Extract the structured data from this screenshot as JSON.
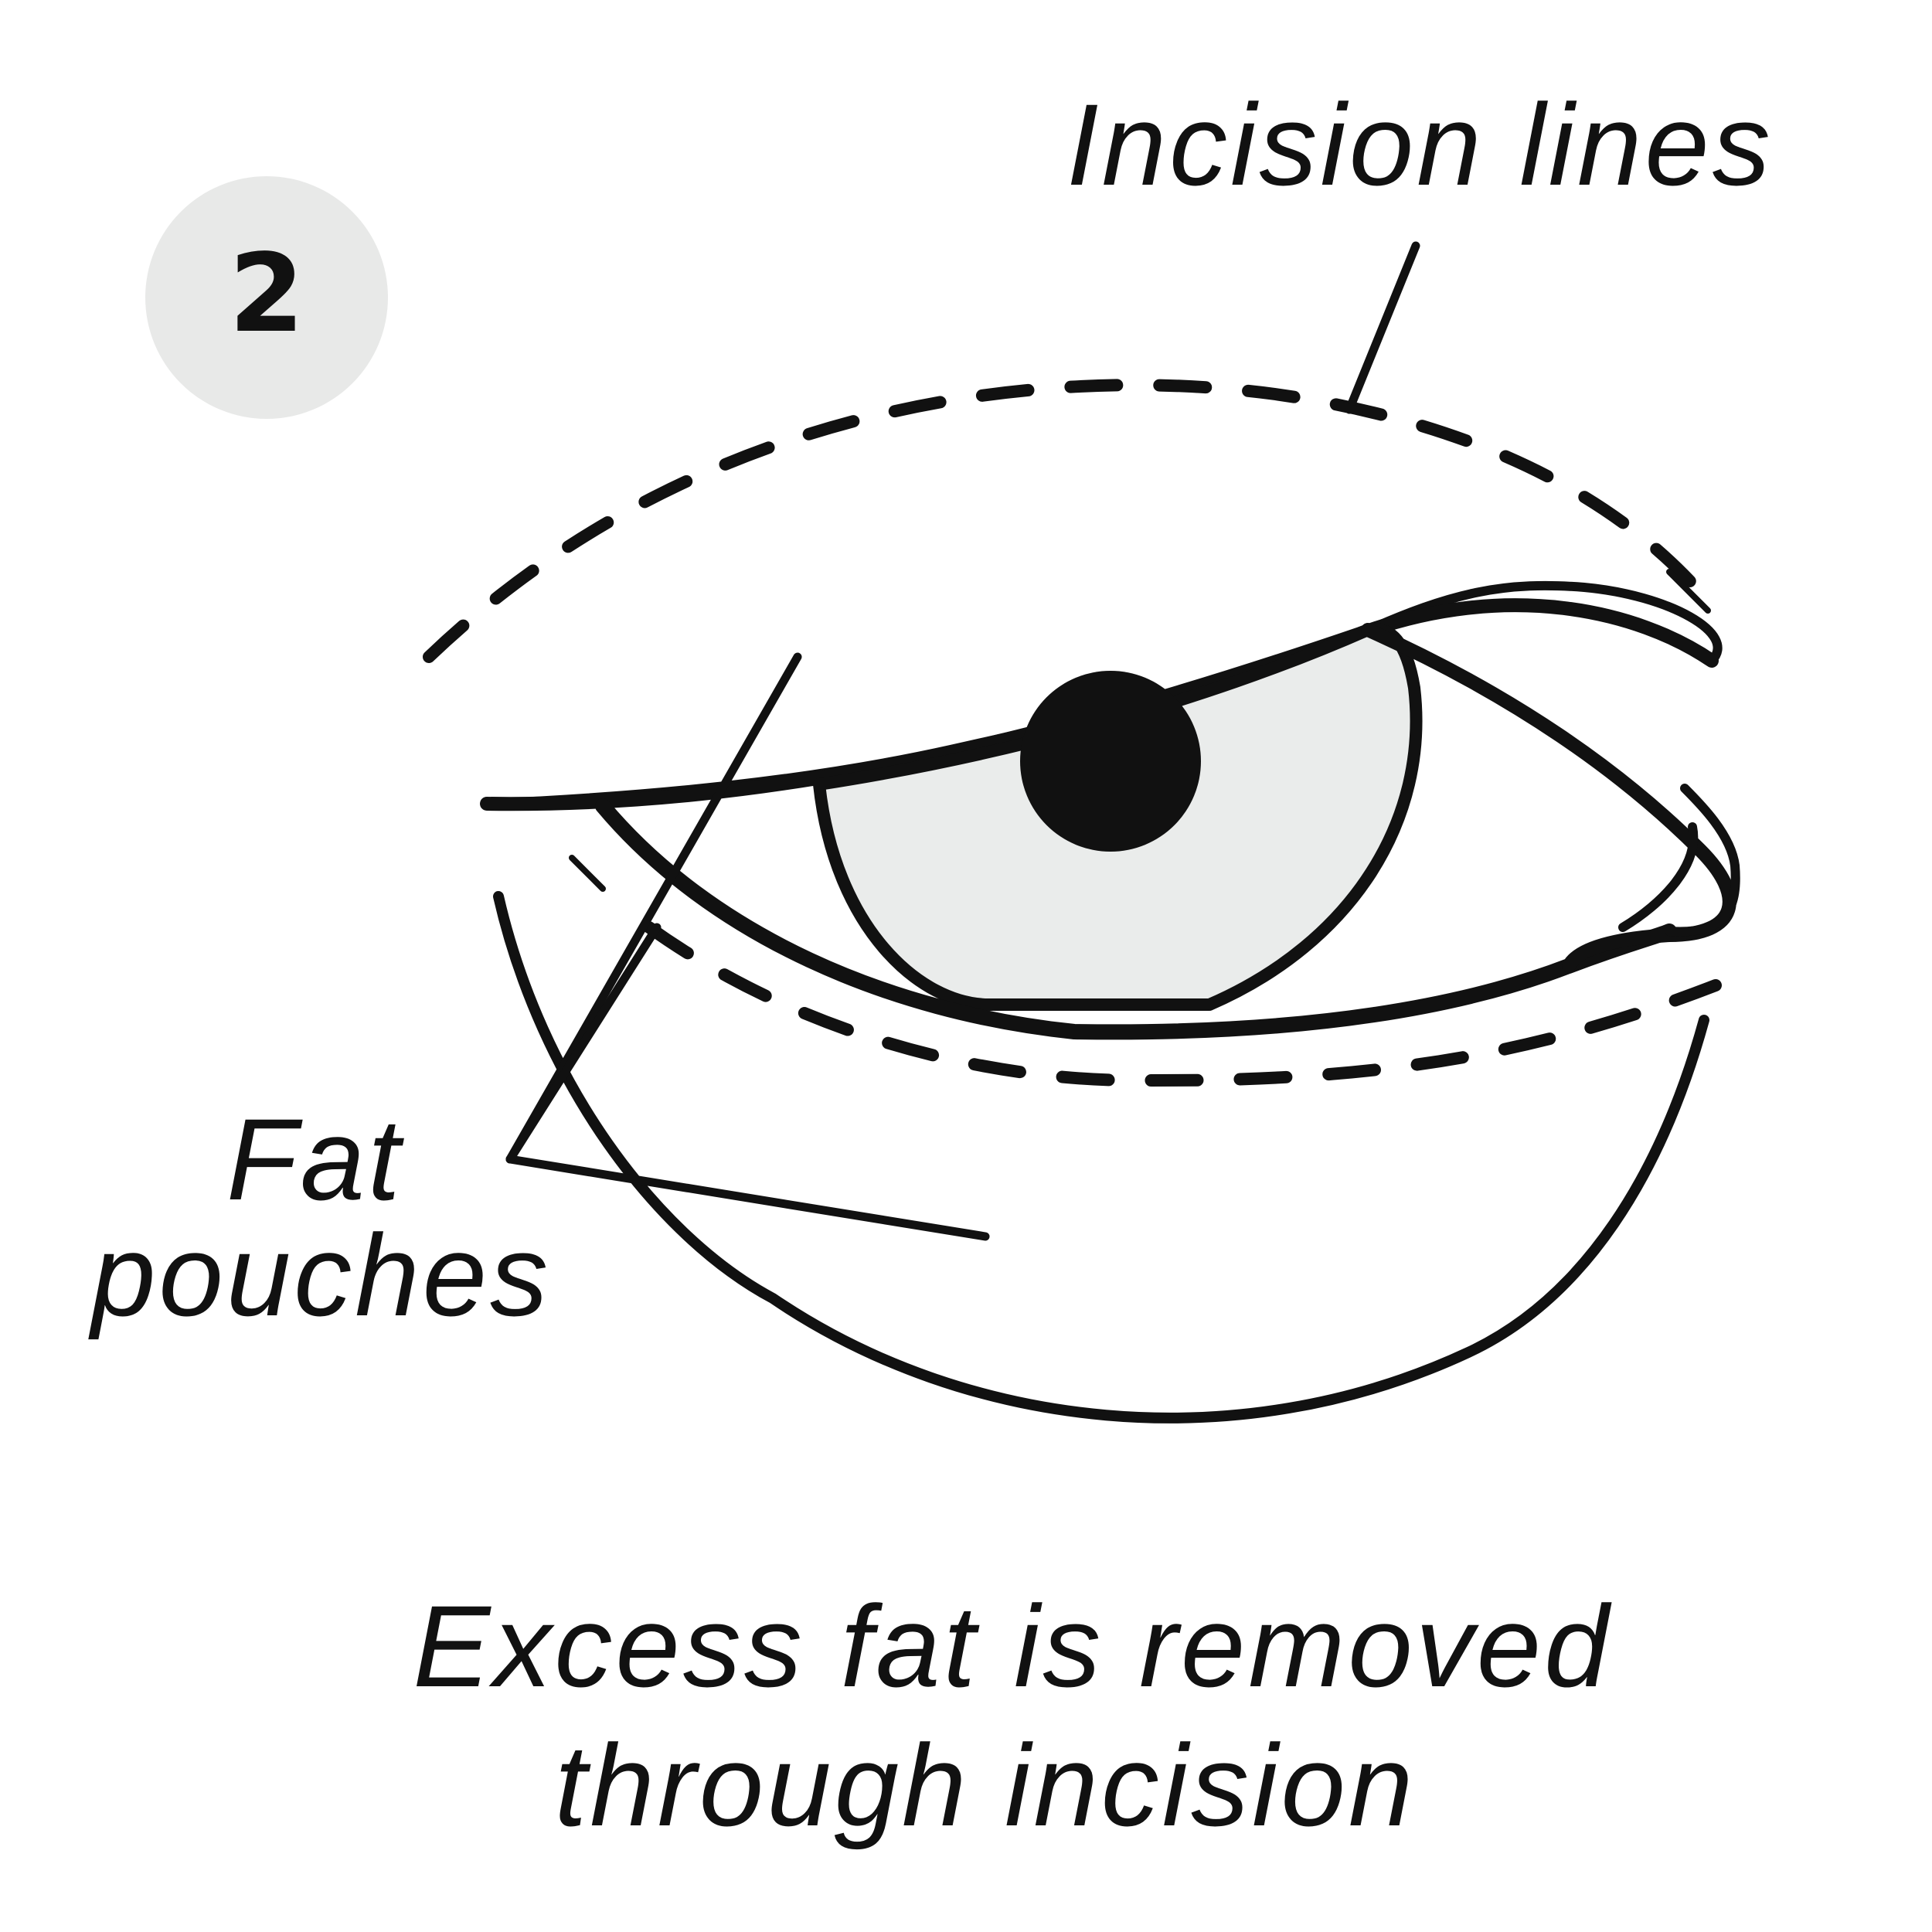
{
  "step": {
    "number": "2"
  },
  "labels": {
    "incision": "Incision lines",
    "fat_line1": "Fat",
    "fat_line2": "pouches"
  },
  "caption": {
    "line1": "Excess fat is removed",
    "line2": "through incision"
  },
  "colors": {
    "stroke": "#111111",
    "badge_fill": "#e8e9e8",
    "eyeball_fill": "#eaeceb",
    "background": "#ffffff"
  }
}
